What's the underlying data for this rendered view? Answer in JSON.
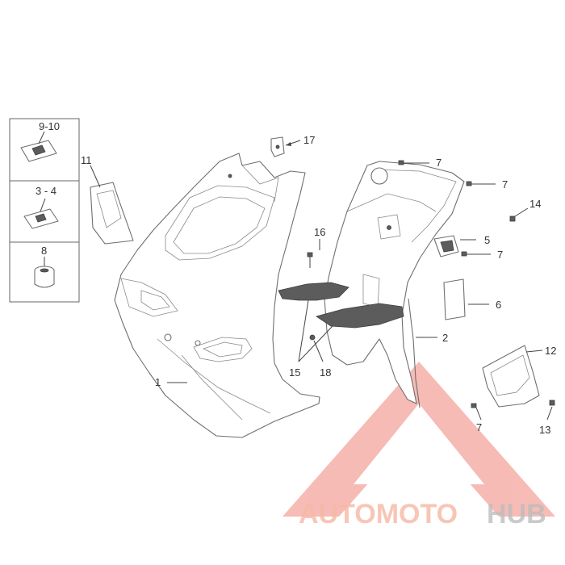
{
  "diagram": {
    "callouts": [
      {
        "id": "c1",
        "text": "1"
      },
      {
        "id": "c2",
        "text": "2"
      },
      {
        "id": "c3-4",
        "text": "3 - 4"
      },
      {
        "id": "c5",
        "text": "5"
      },
      {
        "id": "c6",
        "text": "6"
      },
      {
        "id": "c7a",
        "text": "7"
      },
      {
        "id": "c7b",
        "text": "7"
      },
      {
        "id": "c7c",
        "text": "7"
      },
      {
        "id": "c7d",
        "text": "7"
      },
      {
        "id": "c8",
        "text": "8"
      },
      {
        "id": "c9-10",
        "text": "9-10"
      },
      {
        "id": "c11",
        "text": "11"
      },
      {
        "id": "c12",
        "text": "12"
      },
      {
        "id": "c13",
        "text": "13"
      },
      {
        "id": "c14",
        "text": "14"
      },
      {
        "id": "c15",
        "text": "15"
      },
      {
        "id": "c16",
        "text": "16"
      },
      {
        "id": "c17",
        "text": "17"
      },
      {
        "id": "c18",
        "text": "18"
      }
    ]
  },
  "watermark": {
    "brand_part1": "AUTOMOTO",
    "brand_part2": "HUB",
    "color_part1": "#f6b8a4",
    "color_part2": "#bdbdbd",
    "logo_color": "#f4a59c"
  }
}
